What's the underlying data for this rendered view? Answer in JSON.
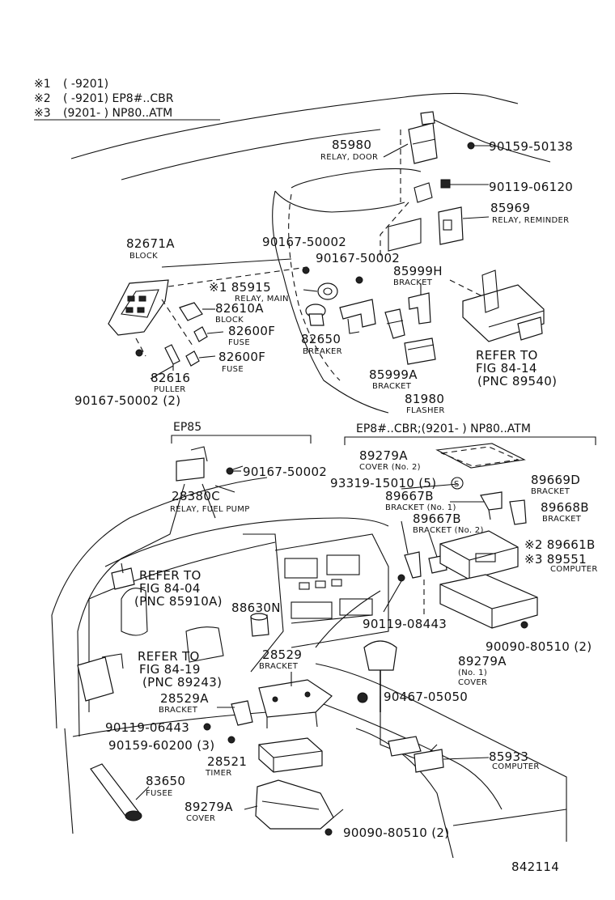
{
  "notes": [
    {
      "mark": "※1",
      "text": "(      -9201)"
    },
    {
      "mark": "※2",
      "text": "(      -9201) EP8#..CBR"
    },
    {
      "mark": "※3",
      "text": "(9201-      ) NP80..ATM"
    }
  ],
  "headers": {
    "ep85": "EP85",
    "ep8": "EP8#..CBR;(9201-      ) NP80..ATM"
  },
  "labels": {
    "p85980": "85980",
    "n85980": "RELAY, DOOR",
    "p90159_50138": "90159-50138",
    "p90119_06120": "90119-06120",
    "p85969": "85969",
    "n85969": "RELAY, REMINDER",
    "p82671A": "82671A",
    "n82671A": "BLOCK",
    "p90167_50002_a": "90167-50002",
    "p90167_50002_b": "90167-50002",
    "p85999H": "85999H",
    "n85999H": "BRACKET",
    "p85915": "※1 85915",
    "n85915": "RELAY, MAIN",
    "p82610A": "82610A",
    "n82610A": "BLOCK",
    "p82600F_a": "82600F",
    "n82600F_a": "FUSE",
    "p82600F_b": "82600F",
    "n82600F_b": "FUSE",
    "p82650": "82650",
    "n82650": "BREAKER",
    "p82616": "82616",
    "n82616": "PULLER",
    "p90167_50002_2": "90167-50002 (2)",
    "p85999A": "85999A",
    "n85999A": "BRACKET",
    "p81980": "81980",
    "n81980": "FLASHER",
    "refer1_a": "REFER TO",
    "refer1_b": "FIG 84-14",
    "refer1_c": "(PNC 89540)",
    "p90167_50002_c": "90167-50002",
    "p28380C": "28380C",
    "n28380C": "RELAY, FUEL PUMP",
    "p89279A_a": "89279A",
    "n89279A_a": "COVER (No. 2)",
    "p93319": "93319-15010 (5)",
    "s_mark": "S",
    "p89669D": "89669D",
    "n89669D": "BRACKET",
    "p89667B_1": "89667B",
    "n89667B_1": "BRACKET (No. 1)",
    "p89668B": "89668B",
    "n89668B": "BRACKET",
    "p89667B_2": "89667B",
    "n89667B_2": "BRACKET (No. 2)",
    "p89661B": "※2 89661B",
    "p89551": "※3 89551",
    "n89551": "COMPUTER",
    "refer2_a": "REFER TO",
    "refer2_b": "FIG 84-04",
    "refer2_c": "(PNC 85910A)",
    "p88630N": "88630N",
    "p90119_08443": "90119-08443",
    "p90090_80510_a": "90090-80510 (2)",
    "refer3_a": "REFER TO",
    "refer3_b": "FIG 84-19",
    "refer3_c": "(PNC 89243)",
    "p28529": "28529",
    "n28529": "BRACKET",
    "p89279A_b": "89279A",
    "n89279A_b_1": "(No. 1)",
    "n89279A_b_2": "COVER",
    "p28529A": "28529A",
    "n28529A": "BRACKET",
    "p90467": "90467-05050",
    "p90119_06443": "90119-06443",
    "p90159_60200": "90159-60200 (3)",
    "p28521": "28521",
    "n28521": "TIMER",
    "p85933": "85933",
    "n85933": "COMPUTER",
    "p83650": "83650",
    "n83650": "FUSEE",
    "p89279A_c": "89279A",
    "n89279A_c": "COVER",
    "p90090_80510_b": "90090-80510 (2)",
    "fig_no": "842114"
  }
}
